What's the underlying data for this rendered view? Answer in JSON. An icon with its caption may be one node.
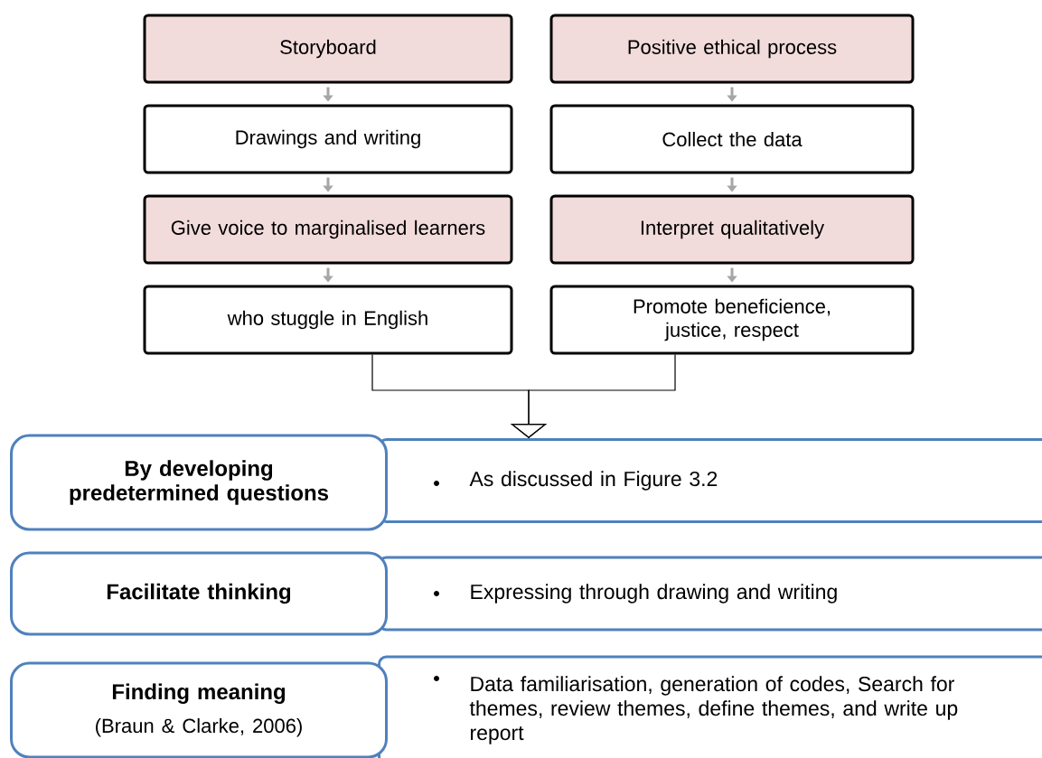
{
  "diagram": {
    "nodes": [
      {
        "text": [
          "Storyboard"
        ]
      },
      {
        "text": [
          "Positive ethical process"
        ]
      },
      {
        "text": [
          "Drawings and writing"
        ]
      },
      {
        "text": [
          "Collect the data"
        ]
      },
      {
        "text": [
          "Give voice to marginalised learners"
        ]
      },
      {
        "text": [
          "Interpret qualitatively"
        ]
      },
      {
        "text": [
          "who stuggle in English"
        ]
      },
      {
        "text": [
          "Promote beneficience, justice, respect"
        ]
      },
      {
        "text": [
          "By developing predetermined questions"
        ]
      },
      {
        "text": [
          "As discussed in Figure 3.2"
        ]
      },
      {
        "text": [
          "Facilitate thinking"
        ]
      },
      {
        "text": [
          "Expressing through drawing and writing"
        ]
      },
      {
        "text": [
          "Finding meaning",
          "(Braun & Clarke, 2006)"
        ]
      },
      {
        "text": [
          "Data familiarisation, generation of codes, Search for themes, review themes, define themes, and write up report"
        ]
      }
    ],
    "edges": [
      {
        "from": 0,
        "to": 2,
        "arrow": "to"
      },
      {
        "from": 2,
        "to": 4,
        "arrow": "to"
      },
      {
        "from": 4,
        "to": 6,
        "arrow": "to"
      },
      {
        "from": 1,
        "to": 3,
        "arrow": "to"
      },
      {
        "from": 3,
        "to": 5,
        "arrow": "to"
      },
      {
        "from": 5,
        "to": 7,
        "arrow": "to"
      },
      {
        "from": 6,
        "to": 9,
        "arrow": "to",
        "color": "#000000"
      },
      {
        "from": 7,
        "to": 9,
        "arrow": "to",
        "color": "#000000"
      }
    ]
  }
}
